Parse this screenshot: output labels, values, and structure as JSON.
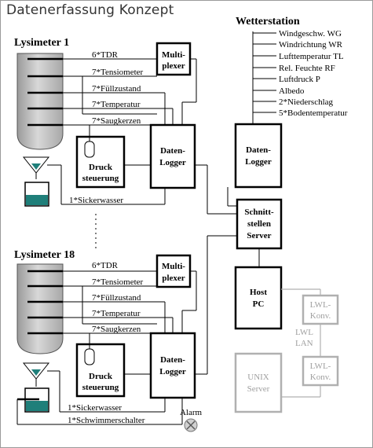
{
  "title": "Datenerfassung Konzept",
  "wetterstation": {
    "heading": "Wetterstation",
    "sensors": [
      "Windgeschw. WG",
      "Windrichtung WR",
      "Lufttemperatur TL",
      "Rel. Feuchte RF",
      "Luftdruck P",
      "Albedo",
      "2*Niederschlag",
      "5*Bodentemperatur"
    ],
    "logger_line1": "Daten-",
    "logger_line2": "Logger"
  },
  "lysimeter1": {
    "heading": "Lysimeter 1",
    "sensors": [
      "6*TDR",
      "7*Tensiometer",
      "7*Füllzustand",
      "7*Temperatur",
      "7*Saugkerzen"
    ],
    "multiplexer_line1": "Multi-",
    "multiplexer_line2": "plexer",
    "pressure_line1": "Druck",
    "pressure_line2": "steuerung",
    "logger_line1": "Daten-",
    "logger_line2": "Logger",
    "drain_label": "1*Sickerwasser"
  },
  "lysimeter18": {
    "heading": "Lysimeter 18",
    "sensors": [
      "6*TDR",
      "7*Tensiometer",
      "7*Füllzustand",
      "7*Temperatur",
      "7*Saugkerzen"
    ],
    "multiplexer_line1": "Multi-",
    "multiplexer_line2": "plexer",
    "pressure_line1": "Druck",
    "pressure_line2": "steuerung",
    "logger_line1": "Daten-",
    "logger_line2": "Logger",
    "drain_label": "1*Sickerwasser",
    "float_label": "1*Schwimmerschalter",
    "alarm_label": "Alarm"
  },
  "interface_server": {
    "line1": "Schnitt-",
    "line2": "stellen",
    "line3": "Server"
  },
  "host_pc": {
    "line1": "Host",
    "line2": "PC"
  },
  "lwl_converter_top": {
    "line1": "LWL-",
    "line2": "Konv."
  },
  "lwl_converter_bottom": {
    "line1": "LWL-",
    "line2": "Konv."
  },
  "lwl_lan": {
    "line1": "LWL",
    "line2": "LAN"
  },
  "unix_server": {
    "line1": "UNIX",
    "line2": "Server"
  },
  "colors": {
    "tank_fill": "#c8c8c8",
    "water": "#1f7f7a",
    "inactive": "#b0b0b0",
    "alarm": "#d0d0d0"
  }
}
